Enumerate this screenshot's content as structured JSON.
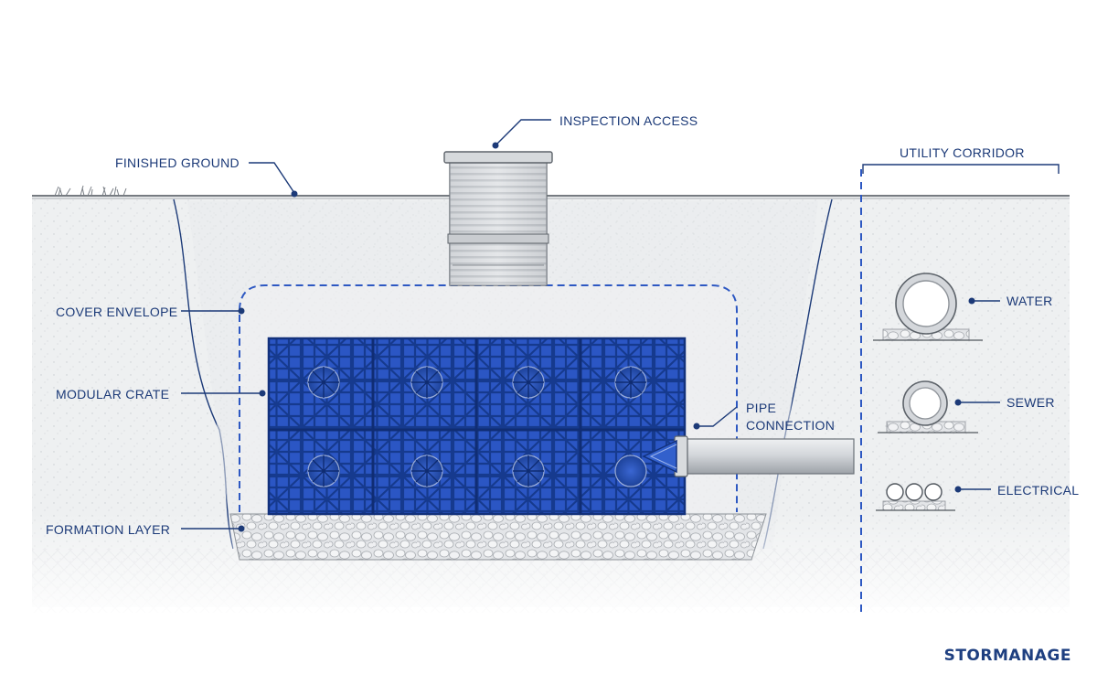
{
  "labels": {
    "finished_ground": "FINISHED GROUND",
    "inspection_access": "INSPECTION ACCESS",
    "cover_envelope": "COVER ENVELOPE",
    "modular_crate": "MODULAR CRATE",
    "pipe_connection_line1": "PIPE",
    "pipe_connection_line2": "CONNECTION",
    "formation_layer": "FORMATION LAYER",
    "utility_corridor": "UTILITY CORRIDOR",
    "water": "WATER",
    "sewer": "SEWER",
    "electrical": "ELECTRICAL"
  },
  "brand": "STORMANAGE",
  "colors": {
    "accent": "#1c3a78",
    "crate_blue": "#2a55c2",
    "crate_dark": "#1b3d96",
    "soil": "#eceeef",
    "gravel": "#d9dcdf",
    "pipe_grey": "#c9ccd0"
  }
}
